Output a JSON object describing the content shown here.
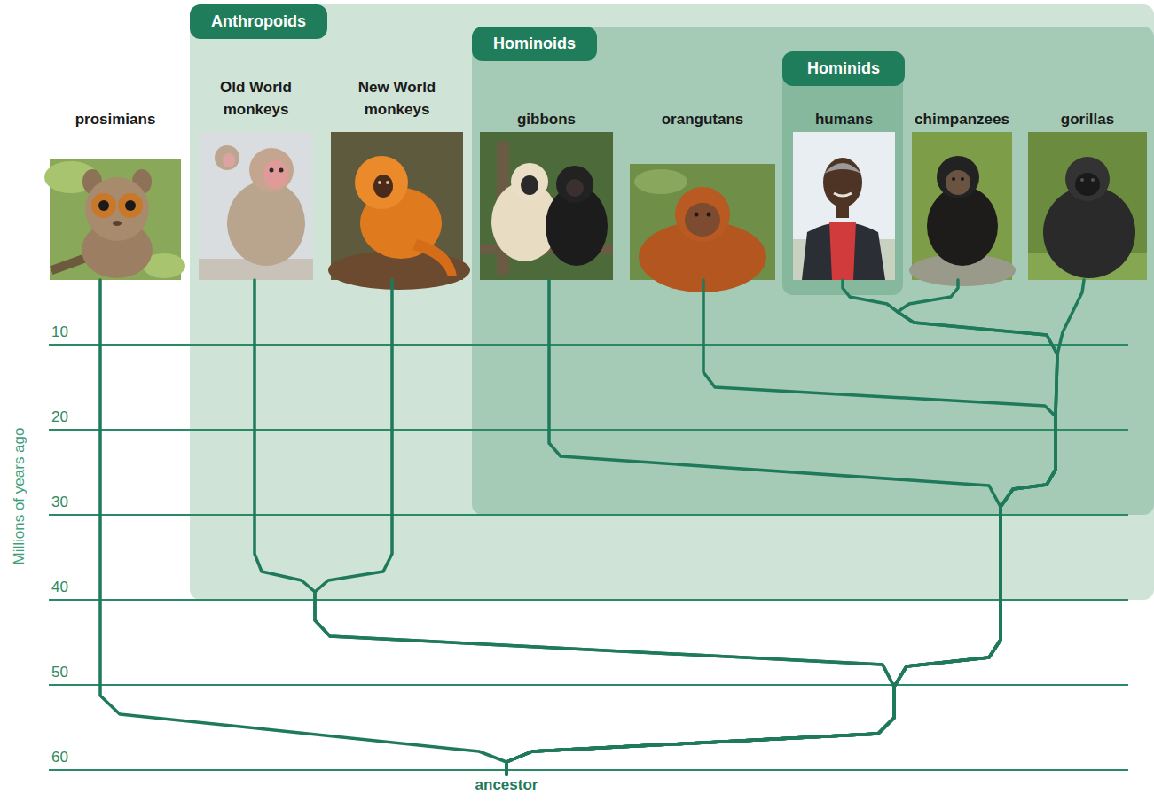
{
  "diagram": {
    "nodes": [
      {
        "text": [
          "prosimians"
        ]
      },
      {
        "text": [
          "Anthropoids"
        ]
      },
      {
        "text": [
          "Old World monkeys"
        ],
        "in": 1
      },
      {
        "text": [
          "New World monkeys"
        ],
        "in": 1
      },
      {
        "text": [
          "Hominoids"
        ],
        "in": 1
      },
      {
        "text": [
          "gibbons"
        ],
        "in": 4
      },
      {
        "text": [
          "orangutans"
        ],
        "in": 4
      },
      {
        "text": [
          "Hominids"
        ],
        "in": 4
      },
      {
        "text": [
          "humans"
        ],
        "in": 7
      },
      {
        "text": [
          "chimpanzees"
        ],
        "in": 4
      },
      {
        "text": [
          "gorillas"
        ],
        "in": 4
      },
      {
        "text": [
          "ancestor"
        ]
      }
    ],
    "edges": [
      {
        "from": 11,
        "to": 0,
        "arrow": "none"
      },
      {
        "from": 11,
        "to": 2,
        "arrow": "none"
      },
      {
        "from": 11,
        "to": 3,
        "arrow": "none"
      },
      {
        "from": 11,
        "to": 5,
        "arrow": "none"
      },
      {
        "from": 11,
        "to": 6,
        "arrow": "none"
      },
      {
        "from": 11,
        "to": 8,
        "arrow": "none"
      },
      {
        "from": 11,
        "to": 9,
        "arrow": "none"
      },
      {
        "from": 11,
        "to": 10,
        "arrow": "none"
      }
    ],
    "labels": [
      "10",
      "20",
      "30",
      "40",
      "50",
      "60",
      "Millions of years ago"
    ]
  }
}
